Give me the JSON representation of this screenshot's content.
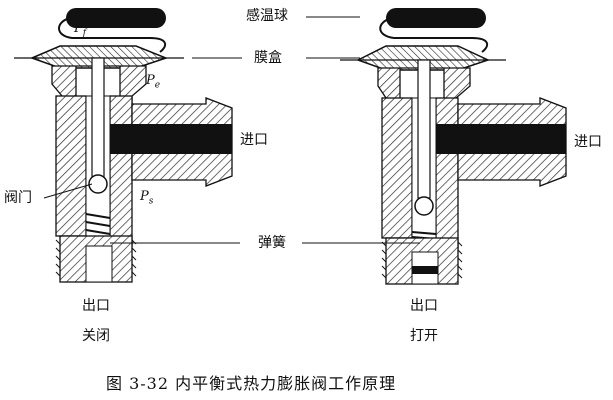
{
  "labels": {
    "bulb": "感温球",
    "diaphragm_box": "膜盒",
    "inlet_left": "进口",
    "inlet_right": "进口",
    "valve": "阀门",
    "spring": "弹簧",
    "outlet_left": "出口",
    "outlet_right": "出口",
    "state_closed": "关闭",
    "state_open": "打开"
  },
  "symbols": {
    "pf_base": "P",
    "pf_sub": "f",
    "pe_base": "P",
    "pe_sub": "e",
    "ps_base": "P",
    "ps_sub": "s"
  },
  "caption": "图 3-32   内平衡式热力膨胀阀工作原理",
  "colors": {
    "ink": "#111111",
    "hatch": "#2a2a2a",
    "bg": "#ffffff"
  }
}
